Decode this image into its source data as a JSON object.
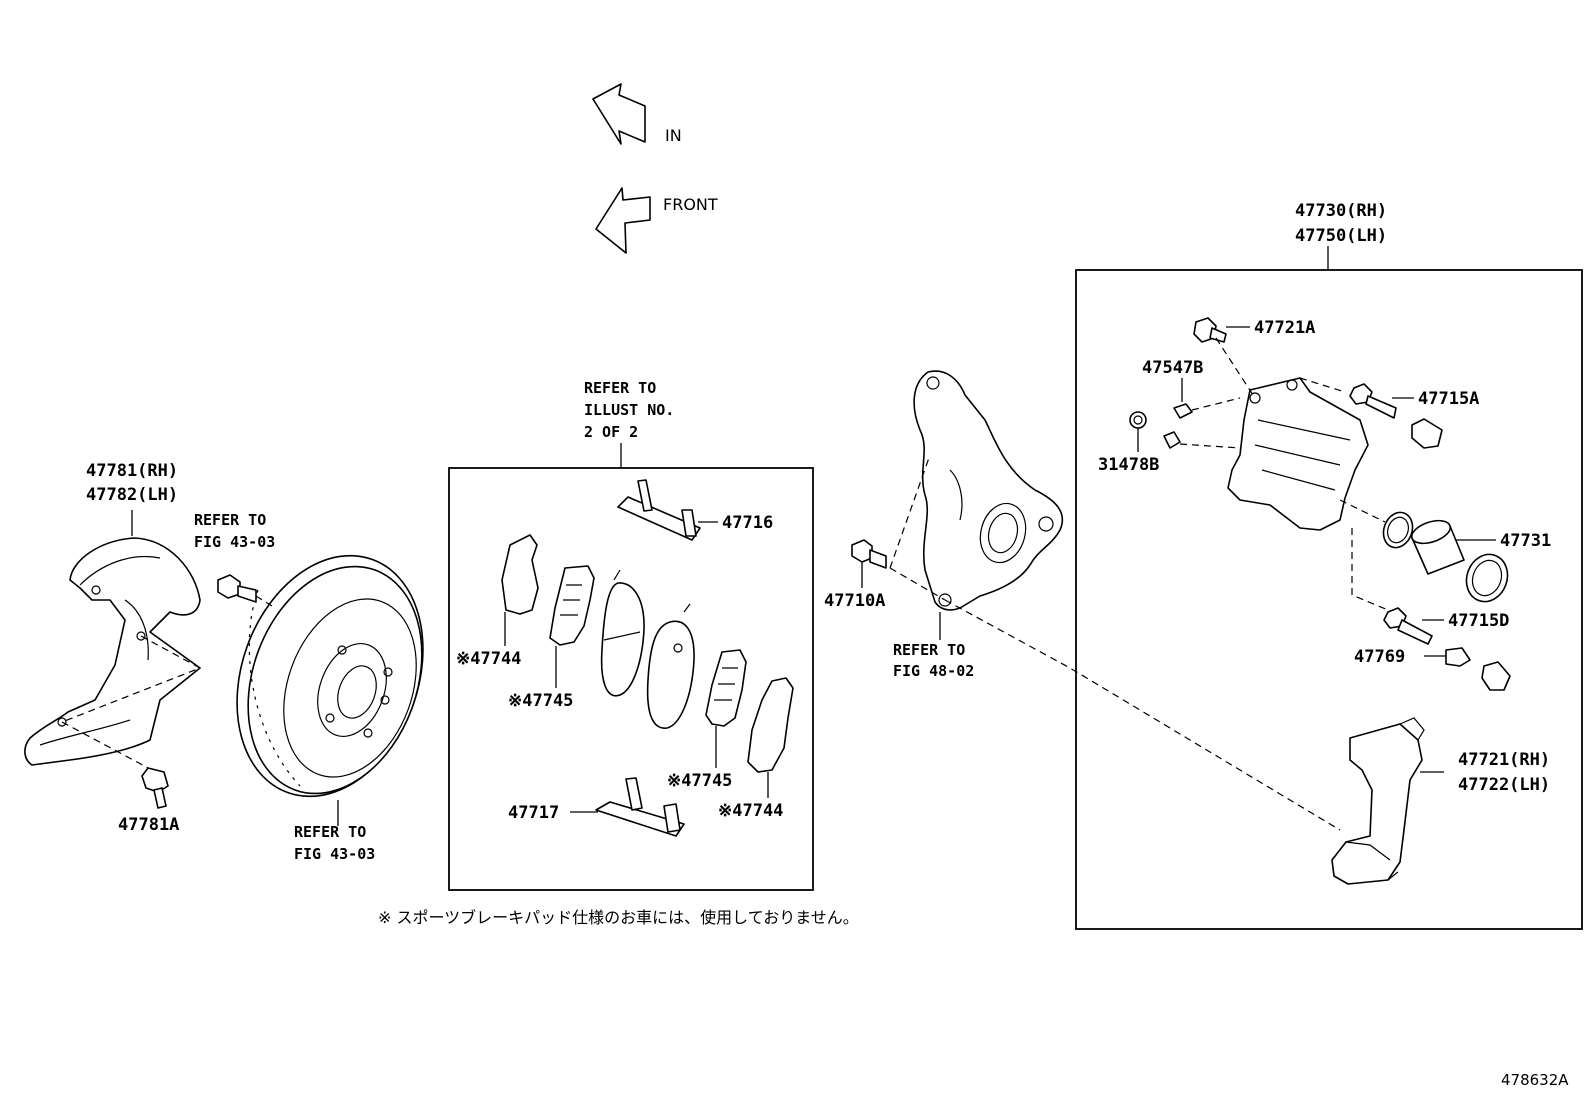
{
  "directions": {
    "in": "IN",
    "front": "FRONT"
  },
  "labels": {
    "caliper_rh": "47730(RH)",
    "caliper_lh": "47750(LH)",
    "p47721A": "47721A",
    "p47547B": "47547B",
    "p47715A": "47715A",
    "p31478B": "31478B",
    "p47731": "47731",
    "p47715D": "47715D",
    "p47769": "47769",
    "mount_rh": "47721(RH)",
    "mount_lh": "47722(LH)",
    "p47710A": "47710A",
    "p47716": "47716",
    "p47744_top": "※47744",
    "p47745_top": "※47745",
    "p47745_bottom": "※47745",
    "p47744_bottom": "※47744",
    "p47717": "47717",
    "cover_rh": "47781(RH)",
    "cover_lh": "47782(LH)",
    "p47781A": "47781A"
  },
  "references": {
    "illust_line1": "REFER TO",
    "illust_line2": "ILLUST NO.",
    "illust_line3": "2 OF 2",
    "fig4303_top_line1": "REFER TO",
    "fig4303_top_line2": "FIG 43-03",
    "fig4303_bottom_line1": "REFER TO",
    "fig4303_bottom_line2": "FIG 43-03",
    "fig4802_line1": "REFER TO",
    "fig4802_line2": "FIG 48-02"
  },
  "footnote": "※ スポーツブレーキパッド仕様のお車には、使用しておりません。",
  "illustration_code": "478632A"
}
